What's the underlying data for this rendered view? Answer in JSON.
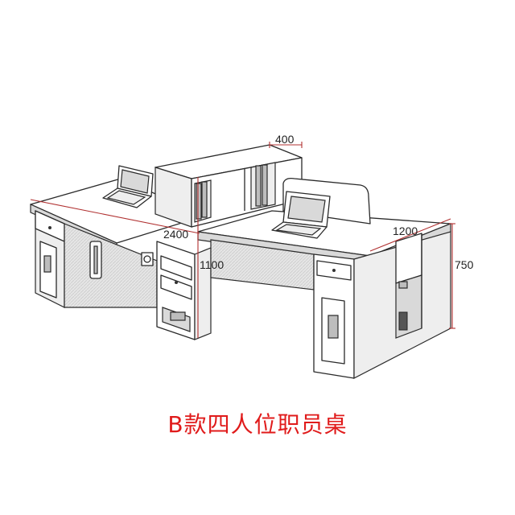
{
  "diagram": {
    "dimensions": {
      "screen_width": "400",
      "desk_length": "2400",
      "desk_depth": "1200",
      "desk_width": "1100",
      "desk_height": "750"
    },
    "caption": "B款四人位职员桌"
  }
}
